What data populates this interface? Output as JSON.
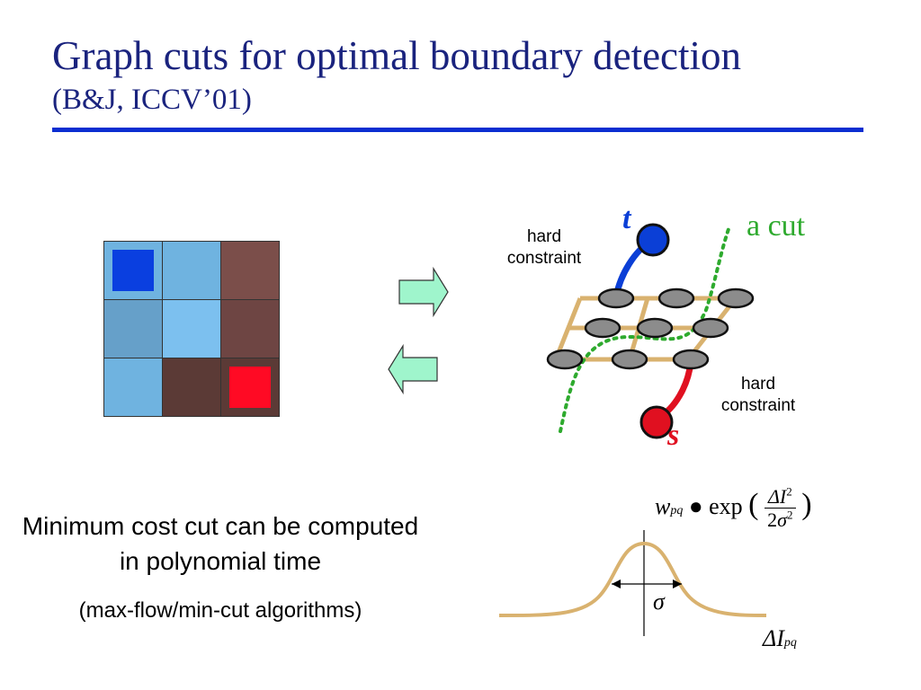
{
  "slide": {
    "title": "Graph cuts for optimal boundary detection",
    "subtitle": "(B&J, ICCV’01)"
  },
  "pixel_grid": {
    "cells": [
      "#6fb3e0",
      "#6fb3e0",
      "#7b4e4a",
      "#66a0c9",
      "#7cc0ef",
      "#6e4543",
      "#6fb3e0",
      "#5b3a36",
      "#5b3a36"
    ],
    "seeds": [
      {
        "cell": 0,
        "color": "#0a3fe0"
      },
      {
        "cell": 8,
        "color": "#ff0a24"
      }
    ]
  },
  "graph": {
    "t_label": "t",
    "s_label": "s",
    "cut_label": "a cut",
    "hard_constraint_top": "hard constraint",
    "hard_constraint_bottom": "hard constraint",
    "colors": {
      "t": "#0b3fd6",
      "s": "#e01020",
      "cut": "#2eaa2e",
      "edge": "#d9b26f",
      "node": "#8c8c8c"
    }
  },
  "caption": {
    "line1": "Minimum cost cut can be computed in polynomial time",
    "line2": "(max-flow/min-cut algorithms)"
  },
  "formula": {
    "w": "w",
    "w_sub": "pq",
    "op": "●",
    "exp": "exp",
    "sigma": "σ",
    "delta_I": "ΔI",
    "i_sub": "pq"
  }
}
